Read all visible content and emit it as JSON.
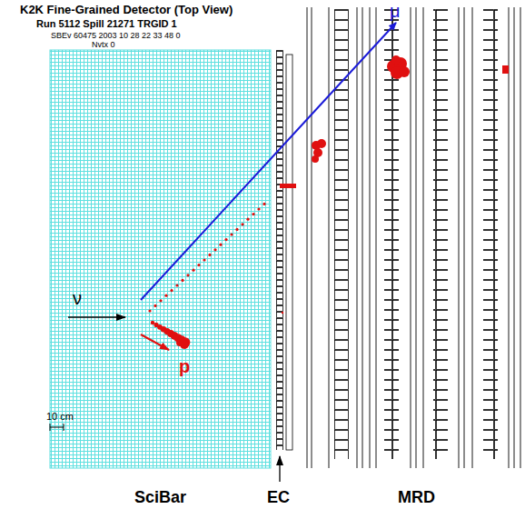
{
  "diagram": {
    "title": "K2K Fine-Grained Detector (Top View)",
    "labels": [
      "Run 5112 Spill 21271 TRGID 1",
      "SBEv 60475 2003 10 28 22 33 48 0",
      "Nvtx 0",
      "μ",
      "ν",
      "p",
      "10 cm",
      "SciBar",
      "EC",
      "MRD"
    ]
  }
}
